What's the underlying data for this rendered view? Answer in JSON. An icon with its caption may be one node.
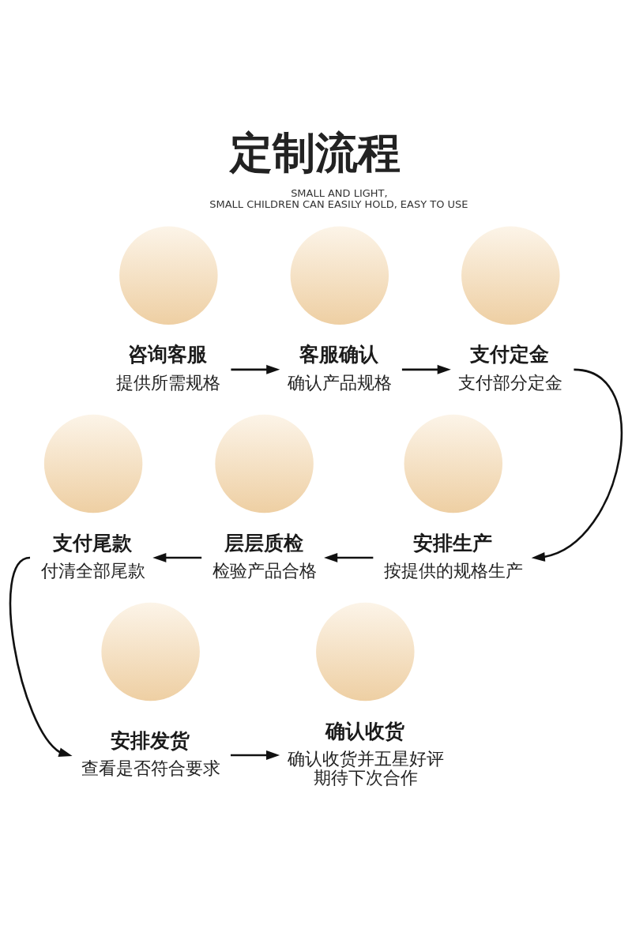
{
  "diagram": {
    "title": "定制流程",
    "nodes": [
      {
        "text": [],
        "shape": "circle"
      },
      {
        "text": [],
        "shape": "circle"
      },
      {
        "text": [],
        "shape": "circle"
      },
      {
        "text": [
          "咨询客服",
          "提供所需规格"
        ]
      },
      {
        "text": [
          "客服确认",
          "确认产品规格"
        ]
      },
      {
        "text": [
          "支付定金",
          "支付部分定金"
        ]
      },
      {
        "text": [],
        "shape": "circle"
      },
      {
        "text": [],
        "shape": "circle"
      },
      {
        "text": [],
        "shape": "circle"
      },
      {
        "text": [
          "支付尾款",
          "付清全部尾款"
        ]
      },
      {
        "text": [
          "层层质检",
          "检验产品合格"
        ]
      },
      {
        "text": [
          "安排生产",
          "按提供的规格生产"
        ]
      },
      {
        "text": [],
        "shape": "circle"
      },
      {
        "text": [],
        "shape": "circle"
      },
      {
        "text": [
          "安排发货",
          "查看是否符合要求"
        ]
      },
      {
        "text": [
          "确认收货",
          "确认收货并五星好评期待下次合作"
        ]
      }
    ],
    "edges": [
      {
        "from": 3,
        "to": 4,
        "arrow": "to"
      },
      {
        "from": 4,
        "to": 5,
        "arrow": "to"
      },
      {
        "from": 5,
        "to": 11,
        "arrow": "to"
      },
      {
        "from": 11,
        "to": 10,
        "arrow": "to"
      },
      {
        "from": 10,
        "to": 9,
        "arrow": "to"
      },
      {
        "from": 9,
        "to": 14,
        "arrow": "to"
      },
      {
        "from": 14,
        "to": 15,
        "arrow": "to"
      }
    ],
    "labels": [
      "SMALL AND LIGHT, SMALL CHILDREN CAN EASILY HOLD, EASY TO USE"
    ]
  }
}
